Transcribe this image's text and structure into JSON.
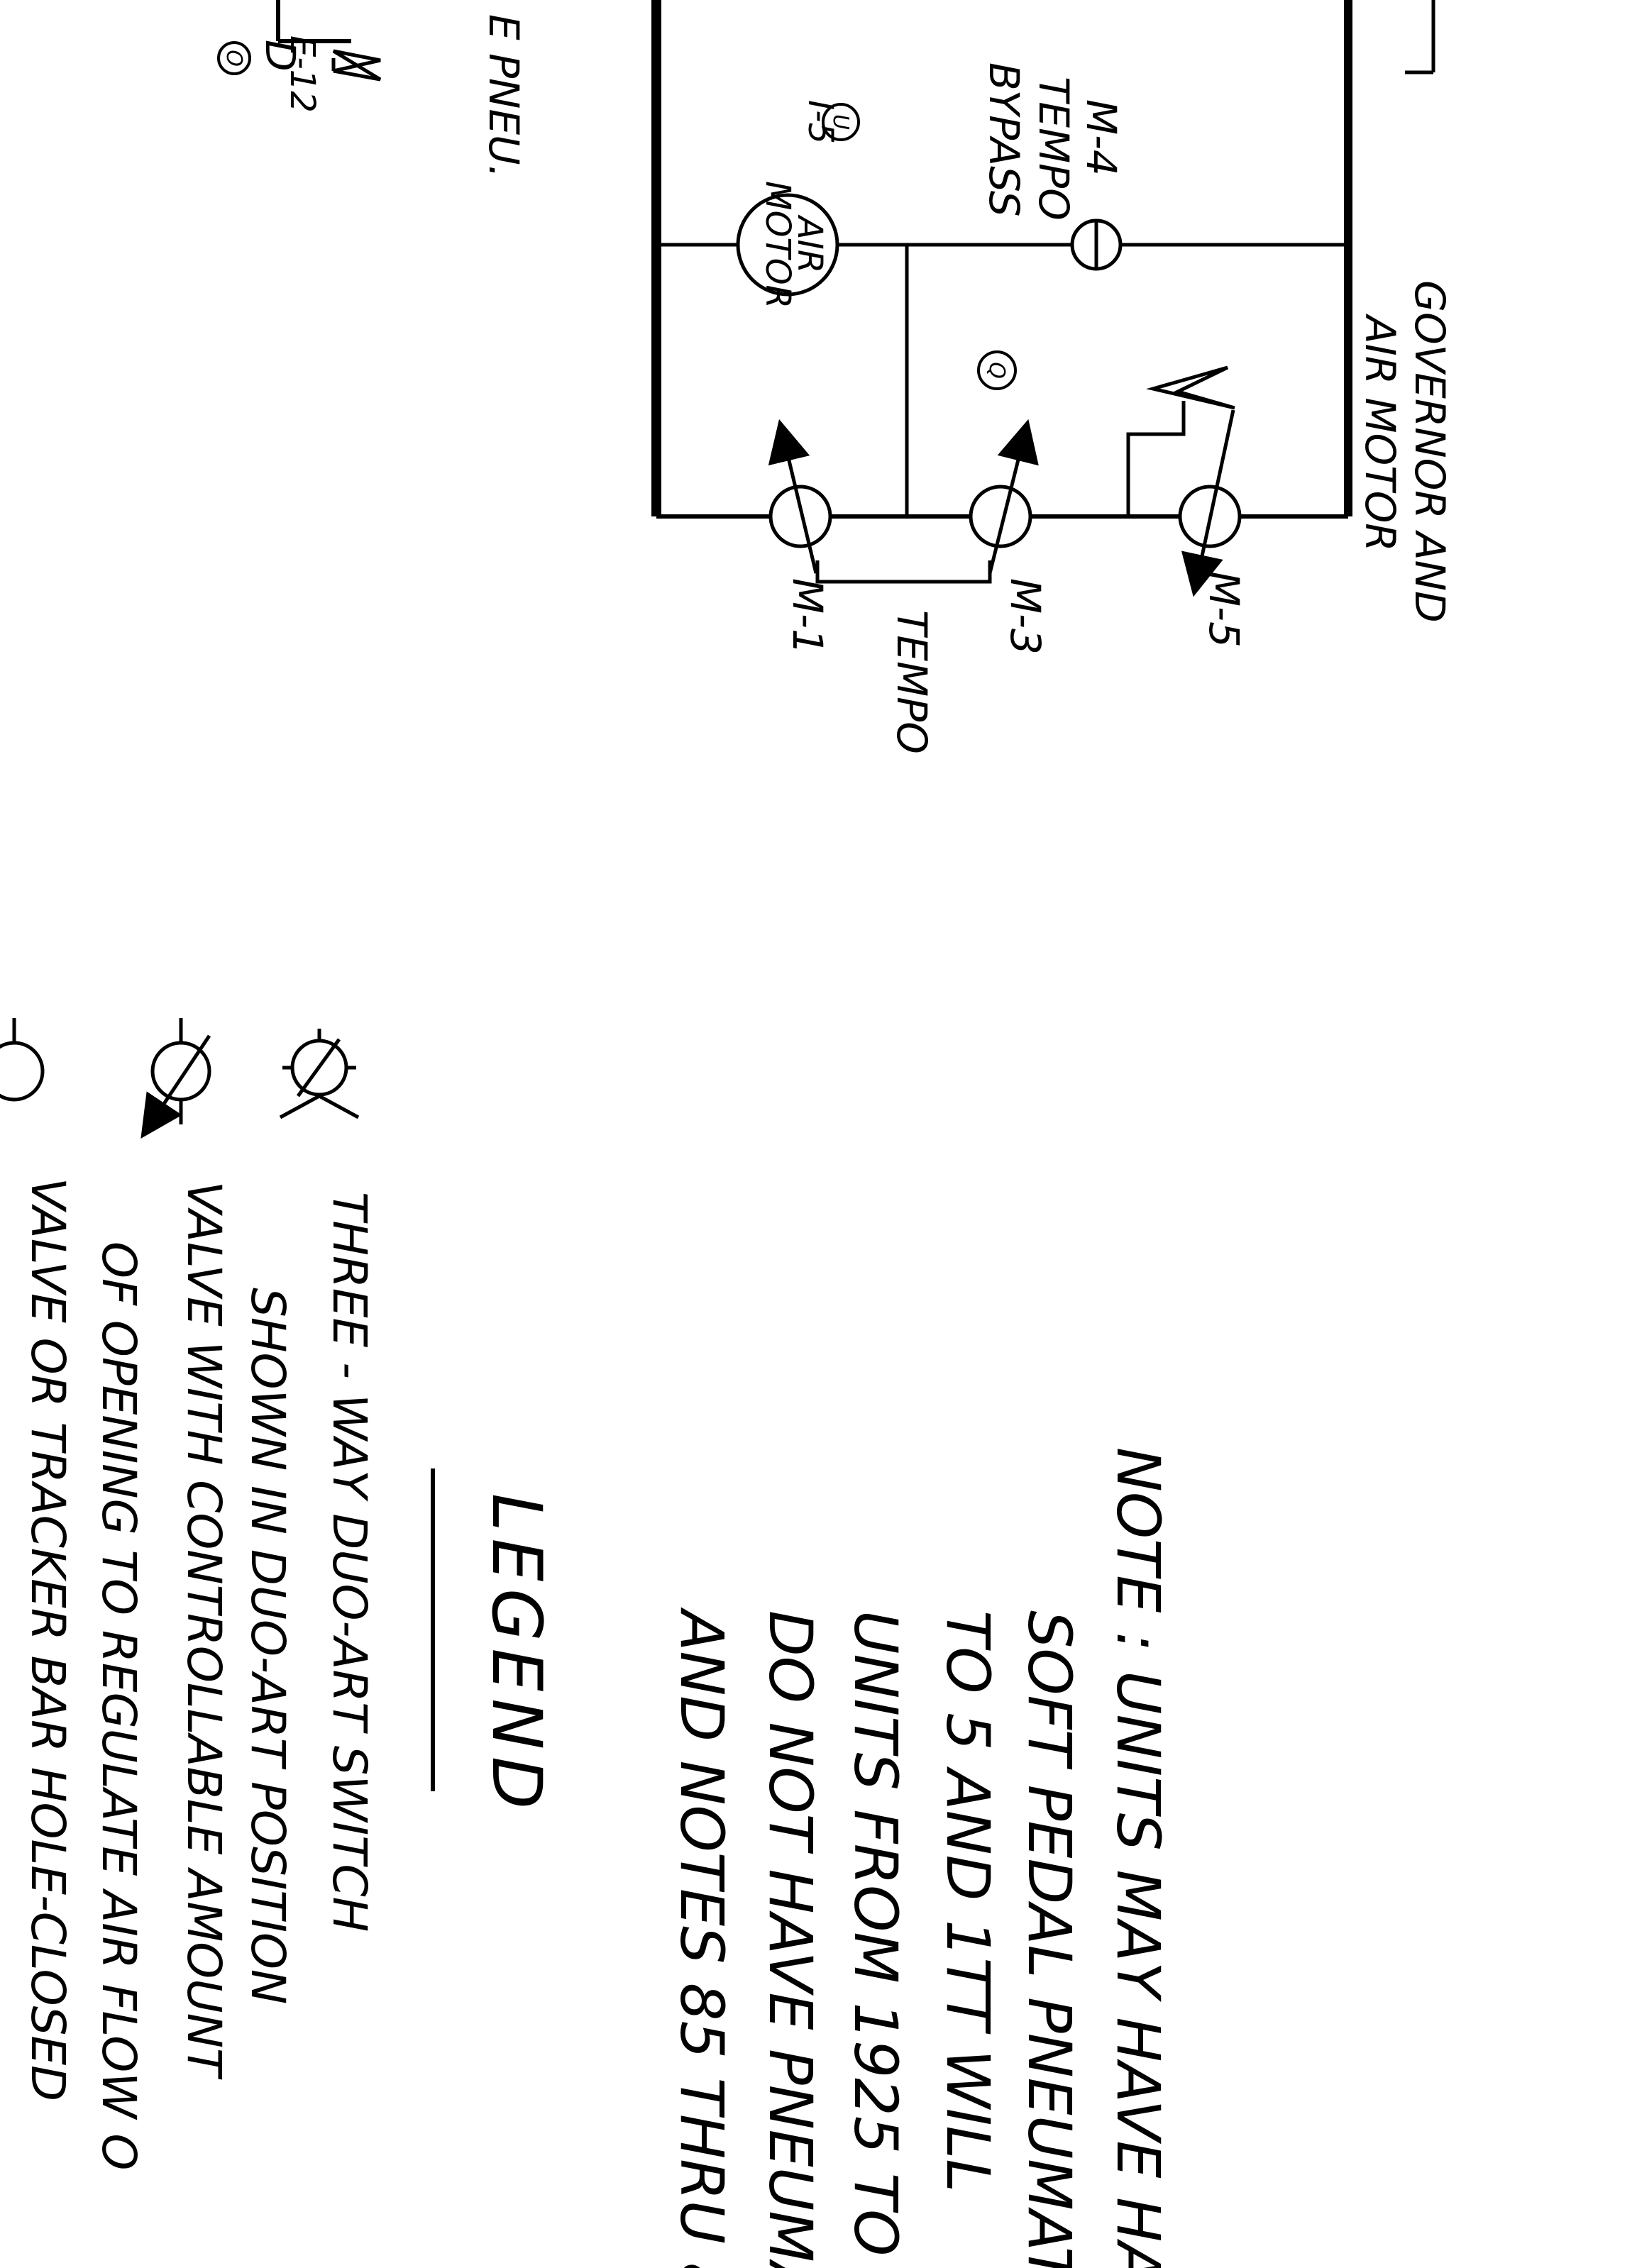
{
  "diagram": {
    "labels": {
      "governor_line1": "GOVERNOR AND",
      "governor_line2": "AIR MOTOR",
      "m5": "M-5",
      "m3": "M-3",
      "m1": "M-1",
      "tempo": "TEMPO",
      "m4": "M-4",
      "tempo_bypass_1": "TEMPO",
      "tempo_bypass_2": "BYPASS",
      "air_motor_1": "AIR",
      "air_motor_2": "MOTOR",
      "marker_q": "Q",
      "marker_u": "U",
      "i5": "I-5",
      "e12": "E-12",
      "marker_o": "O",
      "e_pneu": "E PNEU.",
      "partial_top": "D"
    },
    "note": {
      "lines": [
        "NOTE : UNITS MAY HAVE HA",
        "SOFT PEDAL PNEUMAT",
        "TO 5 AND 1TT WILL",
        "UNITS FROM 1925 TO",
        "DO NOT HAVE PNEUMATI",
        "AND NOTES 85 THRU 8"
      ]
    },
    "legend": {
      "title": "LEGEND",
      "items": [
        {
          "icon": "three-way-switch-icon",
          "lines": [
            "THREE - WAY DUO-ART SWITCH",
            "SHOWN IN DUO-ART POSITION"
          ]
        },
        {
          "icon": "controllable-valve-icon",
          "lines": [
            "VALVE WITH CONTROLLABLE AMOUNT",
            "OF OPENING TO REGULATE AIR FLOW O"
          ]
        },
        {
          "icon": "valve-icon",
          "lines": [
            "VALVE OR TRACKER BAR HOLE-CLOSED"
          ]
        }
      ]
    }
  }
}
